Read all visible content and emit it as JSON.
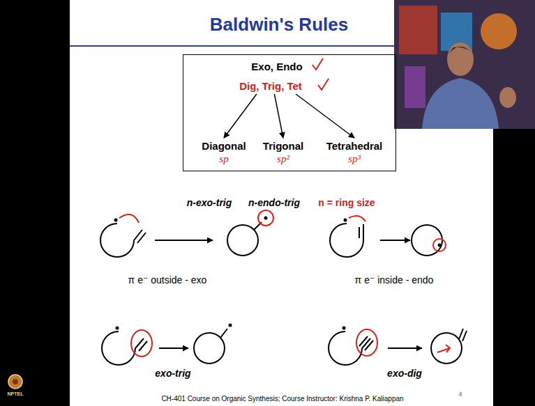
{
  "diagram": {
    "title": "Baldwin's Rules",
    "caption": "CH-401 Course on Organic Synthesis; Course Instructor: Krishna P. Kaliappan",
    "nodes": [
      {
        "text": [
          "Exo, Endo"
        ]
      },
      {
        "text": [
          "Dig, Trig, Tet"
        ],
        "in": 0
      },
      {
        "text": [
          "Diagonal",
          "sp"
        ],
        "in": 0
      },
      {
        "text": [
          "Trigonal",
          "sp²"
        ],
        "in": 0
      },
      {
        "text": [
          "Tetrahedral",
          "sp³"
        ],
        "in": 0
      }
    ],
    "edges": [
      {
        "from": 1,
        "to": 2,
        "arrow": "to"
      },
      {
        "from": 1,
        "to": 3,
        "arrow": "to"
      },
      {
        "from": 1,
        "to": 4,
        "arrow": "to"
      }
    ],
    "labels": [
      "n-exo-trig",
      "n-endo-trig",
      "n = ring size",
      "π e⁻ outside - exo",
      "π e⁻ inside - endo",
      "exo-trig",
      "exo-dig",
      "4",
      "NPTEL"
    ]
  }
}
